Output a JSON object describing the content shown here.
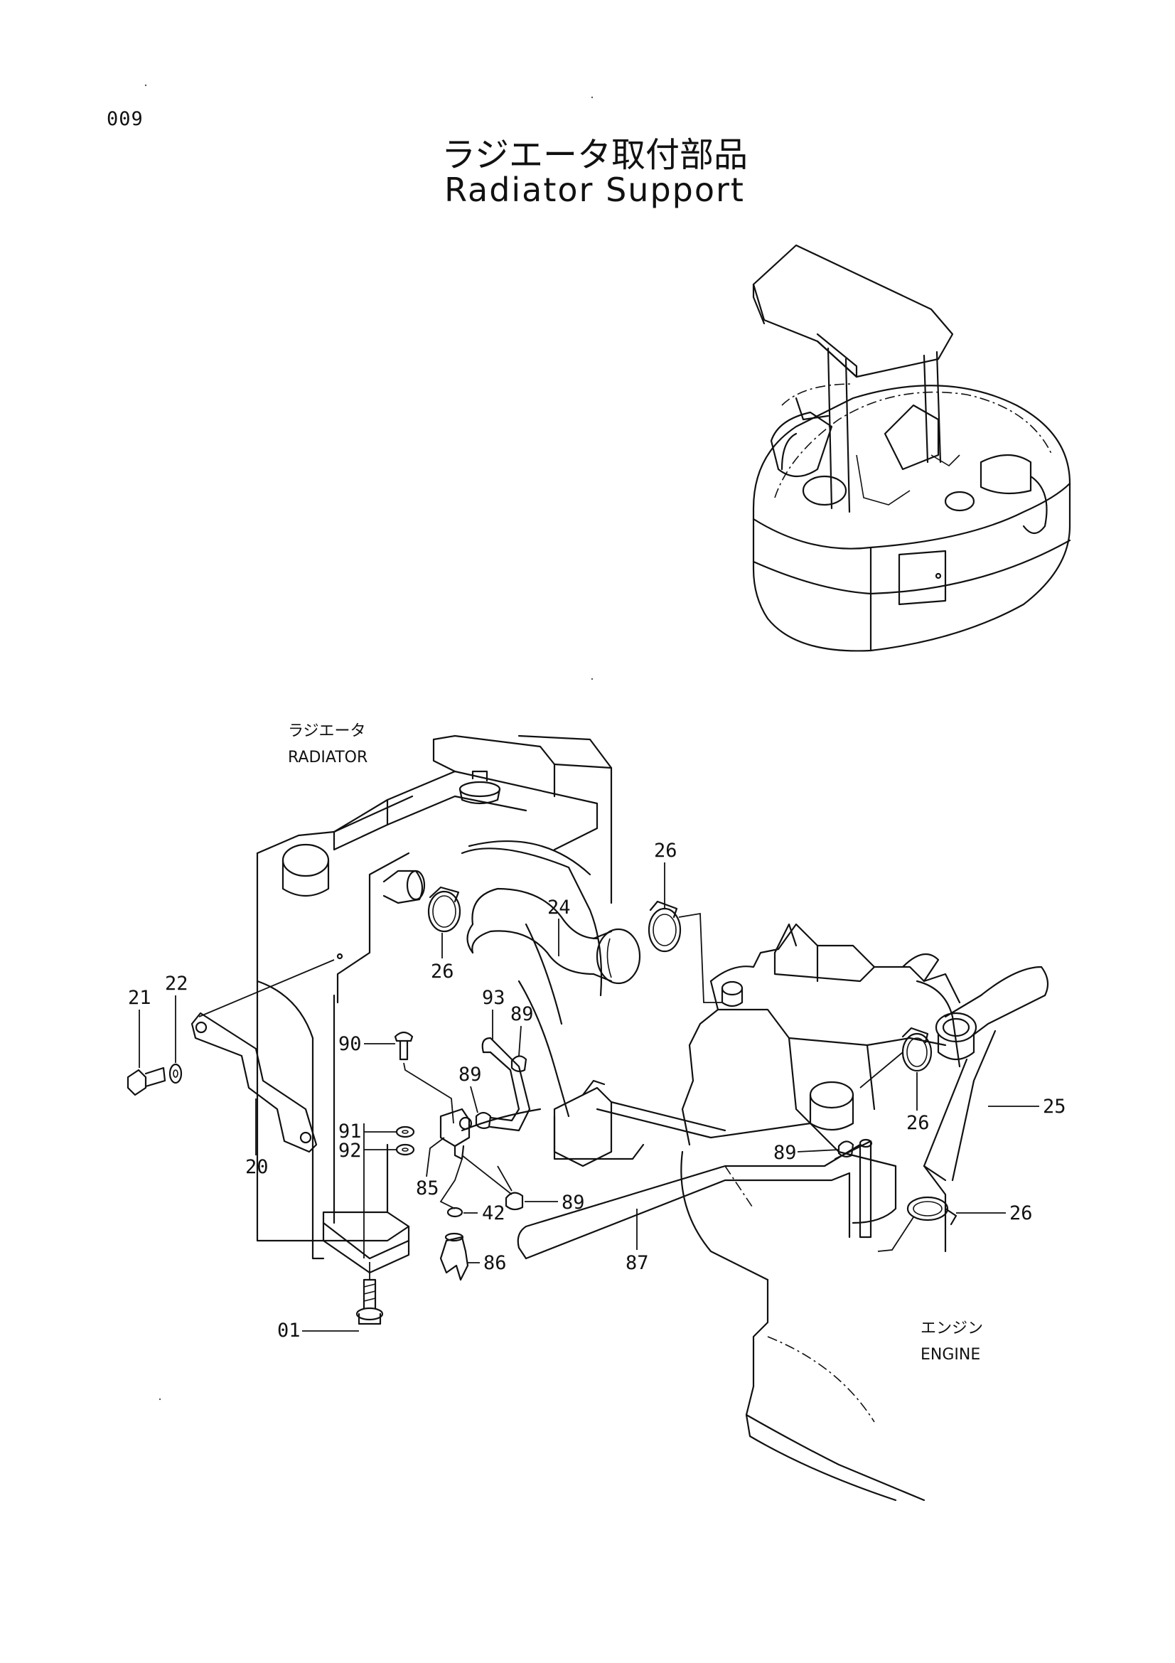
{
  "page_number": "009",
  "title_jp": "ラジエータ取付部品",
  "title_en": "Radiator Support",
  "areas": {
    "radiator_jp": "ラジエータ",
    "radiator_en": "RADIATOR",
    "engine_jp": "エンジン",
    "engine_en": "ENGINE"
  },
  "callouts": {
    "c01": "01",
    "c20": "20",
    "c21": "21",
    "c22": "22",
    "c24": "24",
    "c25": "25",
    "c26a": "26",
    "c26b": "26",
    "c26c": "26",
    "c26d": "26",
    "c42": "42",
    "c85": "85",
    "c86": "86",
    "c87": "87",
    "c89a": "89",
    "c89b": "89",
    "c89c": "89",
    "c89d": "89",
    "c90": "90",
    "c91": "91",
    "c92": "92",
    "c93": "93"
  }
}
